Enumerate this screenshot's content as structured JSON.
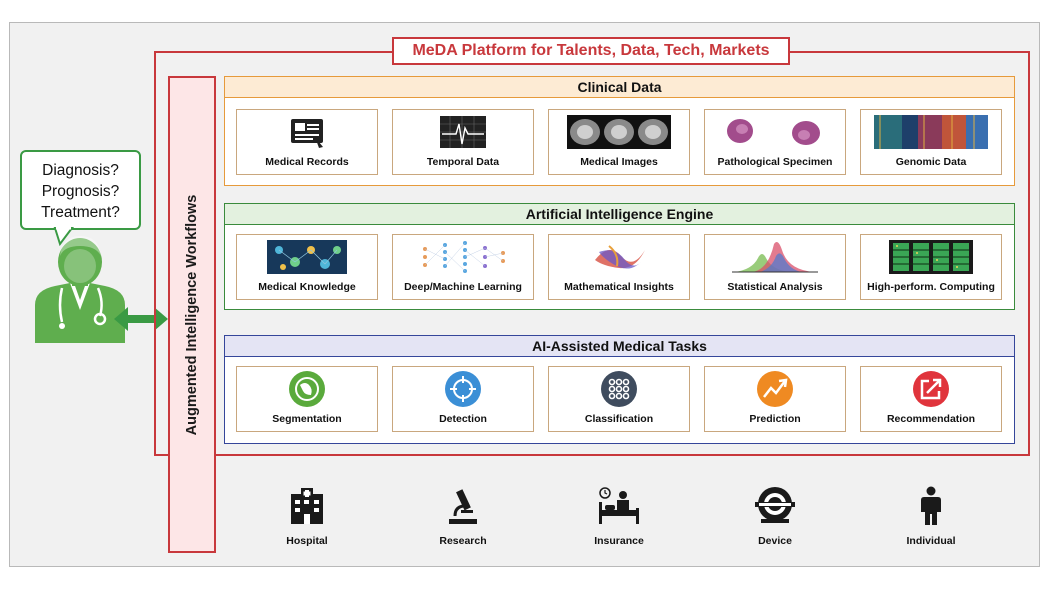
{
  "platform_title": "MeDA Platform for Talents, Data, Tech, Markets",
  "workflow_label": "Augmented Intelligence Workflows",
  "doctor_questions": [
    "Diagnosis?",
    "Prognosis?",
    "Treatment?"
  ],
  "clinical_data": {
    "title": "Clinical Data",
    "items": [
      "Medical Records",
      "Temporal Data",
      "Medical Images",
      "Pathological Specimen",
      "Genomic Data"
    ]
  },
  "ai_engine": {
    "title": "Artificial Intelligence Engine",
    "items": [
      "Medical Knowledge",
      "Deep/Machine Learning",
      "Mathematical Insights",
      "Statistical Analysis",
      "High-perform. Computing"
    ]
  },
  "ai_tasks": {
    "title": "AI-Assisted Medical Tasks",
    "items": [
      "Segmentation",
      "Detection",
      "Classification",
      "Prediction",
      "Recommendation"
    ]
  },
  "stakeholders": [
    "Hospital",
    "Research",
    "Insurance",
    "Device",
    "Individual"
  ],
  "colors": {
    "platform_red": "#c8383c",
    "clinical_orange": "#e69a3b",
    "engine_green": "#3a8b3c",
    "tasks_blue": "#35469a",
    "doctor_green": "#5fae4e",
    "arrow_green": "#3a9a44"
  },
  "icons": {
    "clinical": [
      "document-icon",
      "ecg-icon",
      "ct-scan-icon",
      "tissue-slide-icon",
      "heatmap-icon"
    ],
    "engine": [
      "knowledge-network-icon",
      "neural-network-icon",
      "math-surface-icon",
      "distribution-curve-icon",
      "server-rack-icon"
    ],
    "tasks": [
      "globe-icon",
      "crosshair-icon",
      "grid-dots-icon",
      "trend-icon",
      "share-icon"
    ],
    "stakeholders": [
      "hospital-icon",
      "microscope-icon",
      "patient-bed-icon",
      "mri-icon",
      "person-icon"
    ]
  }
}
